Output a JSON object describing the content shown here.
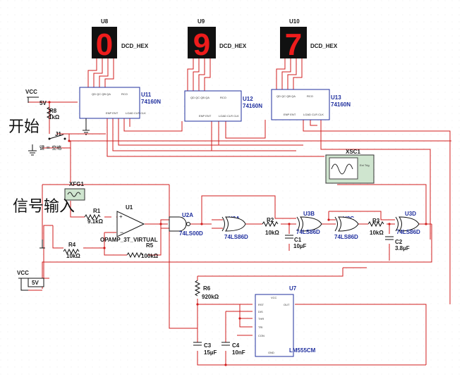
{
  "displays": [
    {
      "ref": "U8",
      "type": "DCD_HEX",
      "digit": "0"
    },
    {
      "ref": "U9",
      "type": "DCD_HEX",
      "digit": "9"
    },
    {
      "ref": "U10",
      "type": "DCD_HEX",
      "digit": "7"
    }
  ],
  "counters": [
    {
      "ref": "U11",
      "part": "74160N"
    },
    {
      "ref": "U12",
      "part": "74160N"
    },
    {
      "ref": "U13",
      "part": "74160N"
    }
  ],
  "power": {
    "top": {
      "name": "VCC",
      "value": "5V"
    },
    "left": {
      "name": "VCC",
      "value": "5V"
    }
  },
  "resistors": {
    "R8": {
      "ref": "R8",
      "value": "1kΩ"
    },
    "R1": {
      "ref": "R1",
      "value": "9.1kΩ"
    },
    "R4": {
      "ref": "R4",
      "value": "10kΩ"
    },
    "R5": {
      "ref": "R5",
      "value": "100kΩ"
    },
    "R2": {
      "ref": "R2",
      "value": "10kΩ"
    },
    "R3": {
      "ref": "R3",
      "value": "10kΩ"
    },
    "R6": {
      "ref": "R6",
      "value": "920kΩ"
    }
  },
  "capacitors": {
    "C1": {
      "ref": "C1",
      "value": "10µF"
    },
    "C2": {
      "ref": "C2",
      "value": "3.8µF"
    },
    "C3": {
      "ref": "C3",
      "value": "15µF"
    },
    "C4": {
      "ref": "C4",
      "value": "10nF"
    }
  },
  "switch": {
    "ref": "J1",
    "key": "键 = 空格"
  },
  "opamp": {
    "ref": "U1",
    "part": "OPAMP_3T_VIRTUAL"
  },
  "gates": {
    "U2A": {
      "ref": "U2A",
      "part": "74LS00D"
    },
    "U3A": {
      "ref": "U3A",
      "part": "74LS86D"
    },
    "U3B": {
      "ref": "U3B",
      "part": "74LS86D"
    },
    "U3C": {
      "ref": "U3C",
      "part": "74LS86D"
    },
    "U3D": {
      "ref": "U3D",
      "part": "74LS86D"
    }
  },
  "timer": {
    "ref": "U7",
    "part": "LM555CM"
  },
  "instruments": {
    "scope": "XSC1",
    "generator": "XFG1"
  },
  "annotations": {
    "start": "开始",
    "signal_input": "信号输入"
  }
}
